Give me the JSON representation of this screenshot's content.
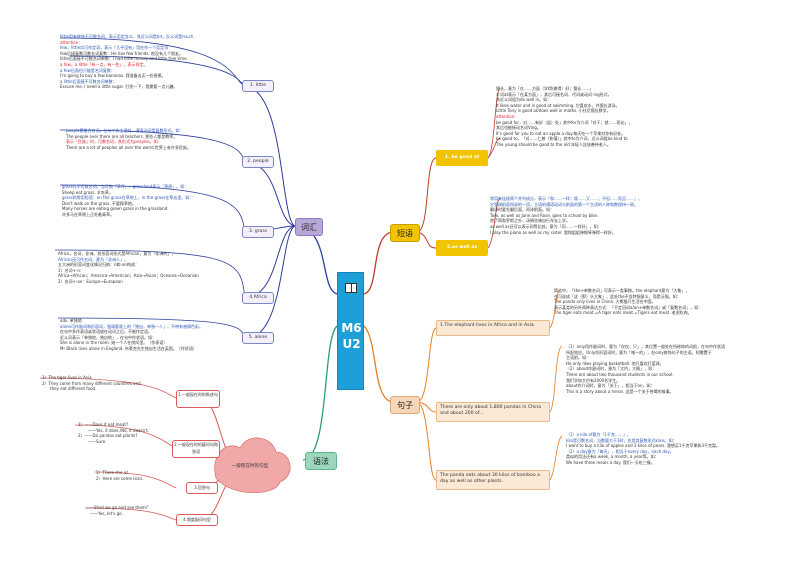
{
  "center": {
    "line1": "M6",
    "line2": "U2",
    "icon": "book-icon"
  },
  "topics": {
    "vocab": "词汇",
    "phrases": "短语",
    "sentences": "句子",
    "grammar": "语法"
  },
  "vocab_nodes": [
    "1. little",
    "2. people",
    "3. grass",
    "4.Africa",
    "5. alone"
  ],
  "vocab_texts": {
    "little": [
      "little用来修饰不可数名词，表示否定含义，其近义词是bit，反义词是much.",
      "",
      "attention：",
      "few，little均可作定语，表示「几乎没有」用在作一个否定词",
      "few后接复数可数名词复数：He has few friends. 他没有几个朋友。",
      "little后面接不可数名词单数：I had little money and little free time.",
      "a few，a little「有一点，有一些」，表示肯定。",
      "a few后面也只能是名词复数：",
      "I'm going to buy a few bananas. 我准备去买一些香蕉。",
      "a little后面接不可数名词单数：",
      "Excuse me, I need a little sugar. 打扰一下，我需要一点儿糖。"
    ],
    "people": [
      "people是集合名词，在句中作主语时，谓语动词用复数形式。如：",
      "The people over there are all teachers. 那些人都是教师。",
      "表示「民族」时，可数名词，其形式为peoples。如：",
      "There are a lot of peoples all over the world.世界上有许多民族。"
    ],
    "grass": [
      "grass作不可数名词，当可指「草坪」，grassland表示「草原」。如：",
      "Sheep eat grass. 羊吃草。",
      "grass的常用短语：on the grass在草地上，in the grass在草丛里。如：",
      "Don't walk on the grass. 不要踩草地。",
      "Many horses are eating green grass in the grassland.",
      "许多马在草原上正吃着青草。"
    ],
    "africa": [
      "Africa，名词，非洲。其形容词形式是African，意为「非洲的」，",
      "African还可作名词，意为「非洲人」。",
      "五大洲的形容词变化情况归纳：n和-an构成：",
      "1）名词+-n：",
      "Africa→African；America→American；Asia→Asian；Oceania→Oceanian",
      "2）名词+-an：Europe→European"
    ],
    "alone": [
      "adv. 单独地",
      "alone可作副词和形容词，强调客观上的「独自，单独一人」，不带有感情色彩。",
      "在句中多作表语或状语放在动词之后，不能作定语。",
      "近义词表示「单独地，独自地」，在句中作状语。如：",
      "She is alone in the room. 她一个人在房间里。（作表语）",
      "Mr Black lives alone in England. 布莱克先生独自生活在英国。（作状语）"
    ]
  },
  "phrase_nodes": [
    "1. be good at",
    "2.as well as"
  ],
  "phrase_texts": {
    "good_at": [
      "擅长，意为「在……方面（学得/做得）好；擅长……」",
      "介词at表示「在某方面」，其后可接名词、代词或动词-ing形式，",
      "其近义词组为do well in。如：",
      "It likes water and is good at swimming. 它喜欢水，并擅长游泳。",
      "Little Tony is good at/does well in maths. 小托尼擅长数学。",
      "",
      "attention：",
      "be good for，对……有好（益）处」其中for为介词「对于；就……而论」，",
      "其后也能接动名词Ving。",
      "It's good for you to eat an apple a day.每天吃一个苹果对你有好处。",
      "be good to，「对……仁慈（和蔼）」其中to为介词，近义词组be kind to",
      "The young should be good to the old.年轻人应该善待老人。"
    ],
    "as_well": [
      "常用来连接两个并列成分，表示「和……一样；既……又……；不但……而且……」。",
      "它强调前面所说的一项，主语的谓语动词与前面的第一个主语的人称和数保持一致。",
      "翻译时要先翻后面，再译前面。如：",
      "Tom, as well as Jane and Rose, goes to school by bike.",
      "除了简和罗斯之外，汤姆也骑自行车去上学。",
      "as well as还可以表示同等比较，意为「同……一样好」。如：",
      "I play the piano as well as my sister. 我和姐姐弹钢琴弹得一样好。"
    ]
  },
  "sentence_nodes": [
    "1.The elephant lives in Africa and in Asia.",
    "There are only about 1,800 pandas in China and about 200 of...",
    "The panda eats about 30 kilos of bamboo a day as well as other plants."
  ],
  "sentence_texts": {
    "elephant": [
      "简洁中，「the+单数名词」可表示一类事物。the elephant意为「大象」，",
      "也可说成「这（那）头大象」，此处the不含特指意义，而是泛指。如：",
      "The panda only lives in China. 大熊猫只生活在中国。",
      "表示某类的另外两种表达方式：「不定冠词a/an+单数名词」或「复数名词」，如：",
      "The tiger eats meat.=A tiger eats meat.=Tigers eat meat. 老虎吃肉。"
    ],
    "pandas": [
      "（1）only用作副词时，意为「仅仅；只」，其位置一般处在所修饰的词前，在句中作状语",
      "所起效应。Only作形容词时，意为「唯一的」，在only修饰句子的主语，则需置于",
      "主语前。如：",
      "He only likes playing basketball. 他只喜欢打篮球。",
      "（2）about作副词时，意为「大约，大概」，如：",
      "There are about two thousand students in our school.",
      "我们学校大约有2000名学生。",
      "about作介词时，意为「关于」，相当于on，如：",
      "This is a story about a heron. 这是一个关于苍鹭的故事。"
    ],
    "kilos": [
      "（1）a kilo of意为「1千克……」，",
      "kilo是可数名词，当数量大于1时，应用其复数形式kilos。如：",
      "I want to buy a kilo of apples and 3 kilos of pears. 我想买1千克苹果和3千克梨。",
      "（2）a day意为「每天」，相当于every day，each day。",
      "类似的用法还有a week, a month, a year等。如：",
      "We have three meals a day. 我们一天吃三餐。"
    ]
  },
  "grammar_center": "一般现在时的句型",
  "grammar_nodes": [
    "1.一般现在时的陈述句",
    "2.一般现在时的疑问句和答语",
    "3.回答句",
    "4.频度副词句型"
  ],
  "grammar_texts": {
    "g1": [
      "1）The tiger lives in Asia.",
      "2）They come from many different countries and",
      "they eat different food."
    ],
    "g2": [
      "1）——Does it eat meat?",
      "——Yes, it does./No, it doesn't.",
      "2）——Do pandas eat plants?",
      "——Sure."
    ],
    "g3": [
      "1）There she is!",
      "2）Here are some lions."
    ],
    "g4": [
      "——Shall we go and see them?",
      "——Yes, let's go."
    ]
  },
  "colors": {
    "center": "#1e9fd8",
    "vocab": "#b7a8d9",
    "phrases": "#f2c400",
    "sentences": "#f5d7b8",
    "grammar": "#9cd7bd",
    "lines_vocab": "#2e3e9e",
    "lines_phr": "#c0392b",
    "lines_sen": "#e67e22",
    "lines_gram": "#2a9d6c"
  }
}
